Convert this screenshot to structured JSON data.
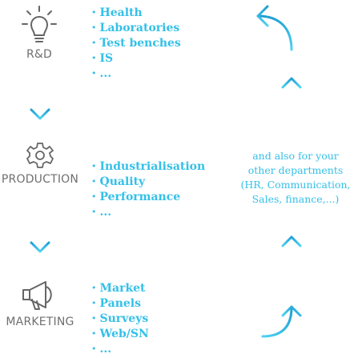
{
  "colors": {
    "accent": "#34c0e8",
    "label_gray": "#6f6f6f",
    "icon_gray": "#666666"
  },
  "stages": [
    {
      "label": "R&D",
      "icon": "lightbulb-icon",
      "items": [
        "Health",
        "Laboratories",
        "Test benches",
        "IS",
        "..."
      ]
    },
    {
      "label": "PRODUCTION",
      "icon": "gear-icon",
      "items": [
        "Industrialisation",
        "Quality",
        "Performance",
        "..."
      ]
    },
    {
      "label": "MARKETING",
      "icon": "megaphone-icon",
      "items": [
        "Market",
        "Panels",
        "Surveys",
        "Web/SN",
        "..."
      ]
    }
  ],
  "bullet_symbol": "•",
  "side_note": {
    "lines": [
      "and also for your",
      "other departments",
      "(HR, Communication,",
      "Sales, finance,...)"
    ]
  }
}
